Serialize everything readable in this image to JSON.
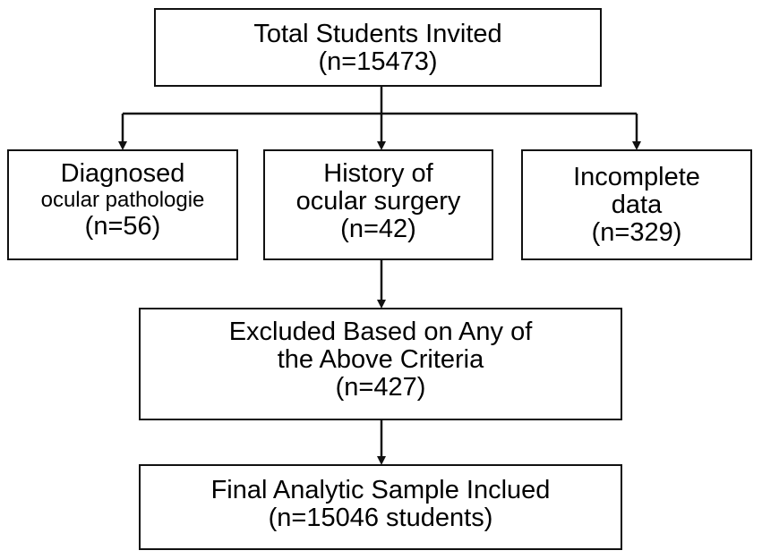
{
  "total": {
    "title": "Total Students Invited",
    "count": "(n=15473)"
  },
  "exclusions": [
    {
      "line1": "Diagnosed",
      "line2": "ocular pathologie",
      "count": "(n=56)"
    },
    {
      "line1": "History of",
      "line2": "ocular surgery",
      "count": "(n=42)"
    },
    {
      "line1": "Incomplete",
      "line2": "data",
      "count": "(n=329)"
    }
  ],
  "excluded": {
    "line1": "Excluded Based on Any of",
    "line2": "the Above Criteria",
    "count": "(n=427)"
  },
  "final": {
    "line1": "Final Analytic Sample Inclued",
    "count": "(n=15046 students)"
  }
}
